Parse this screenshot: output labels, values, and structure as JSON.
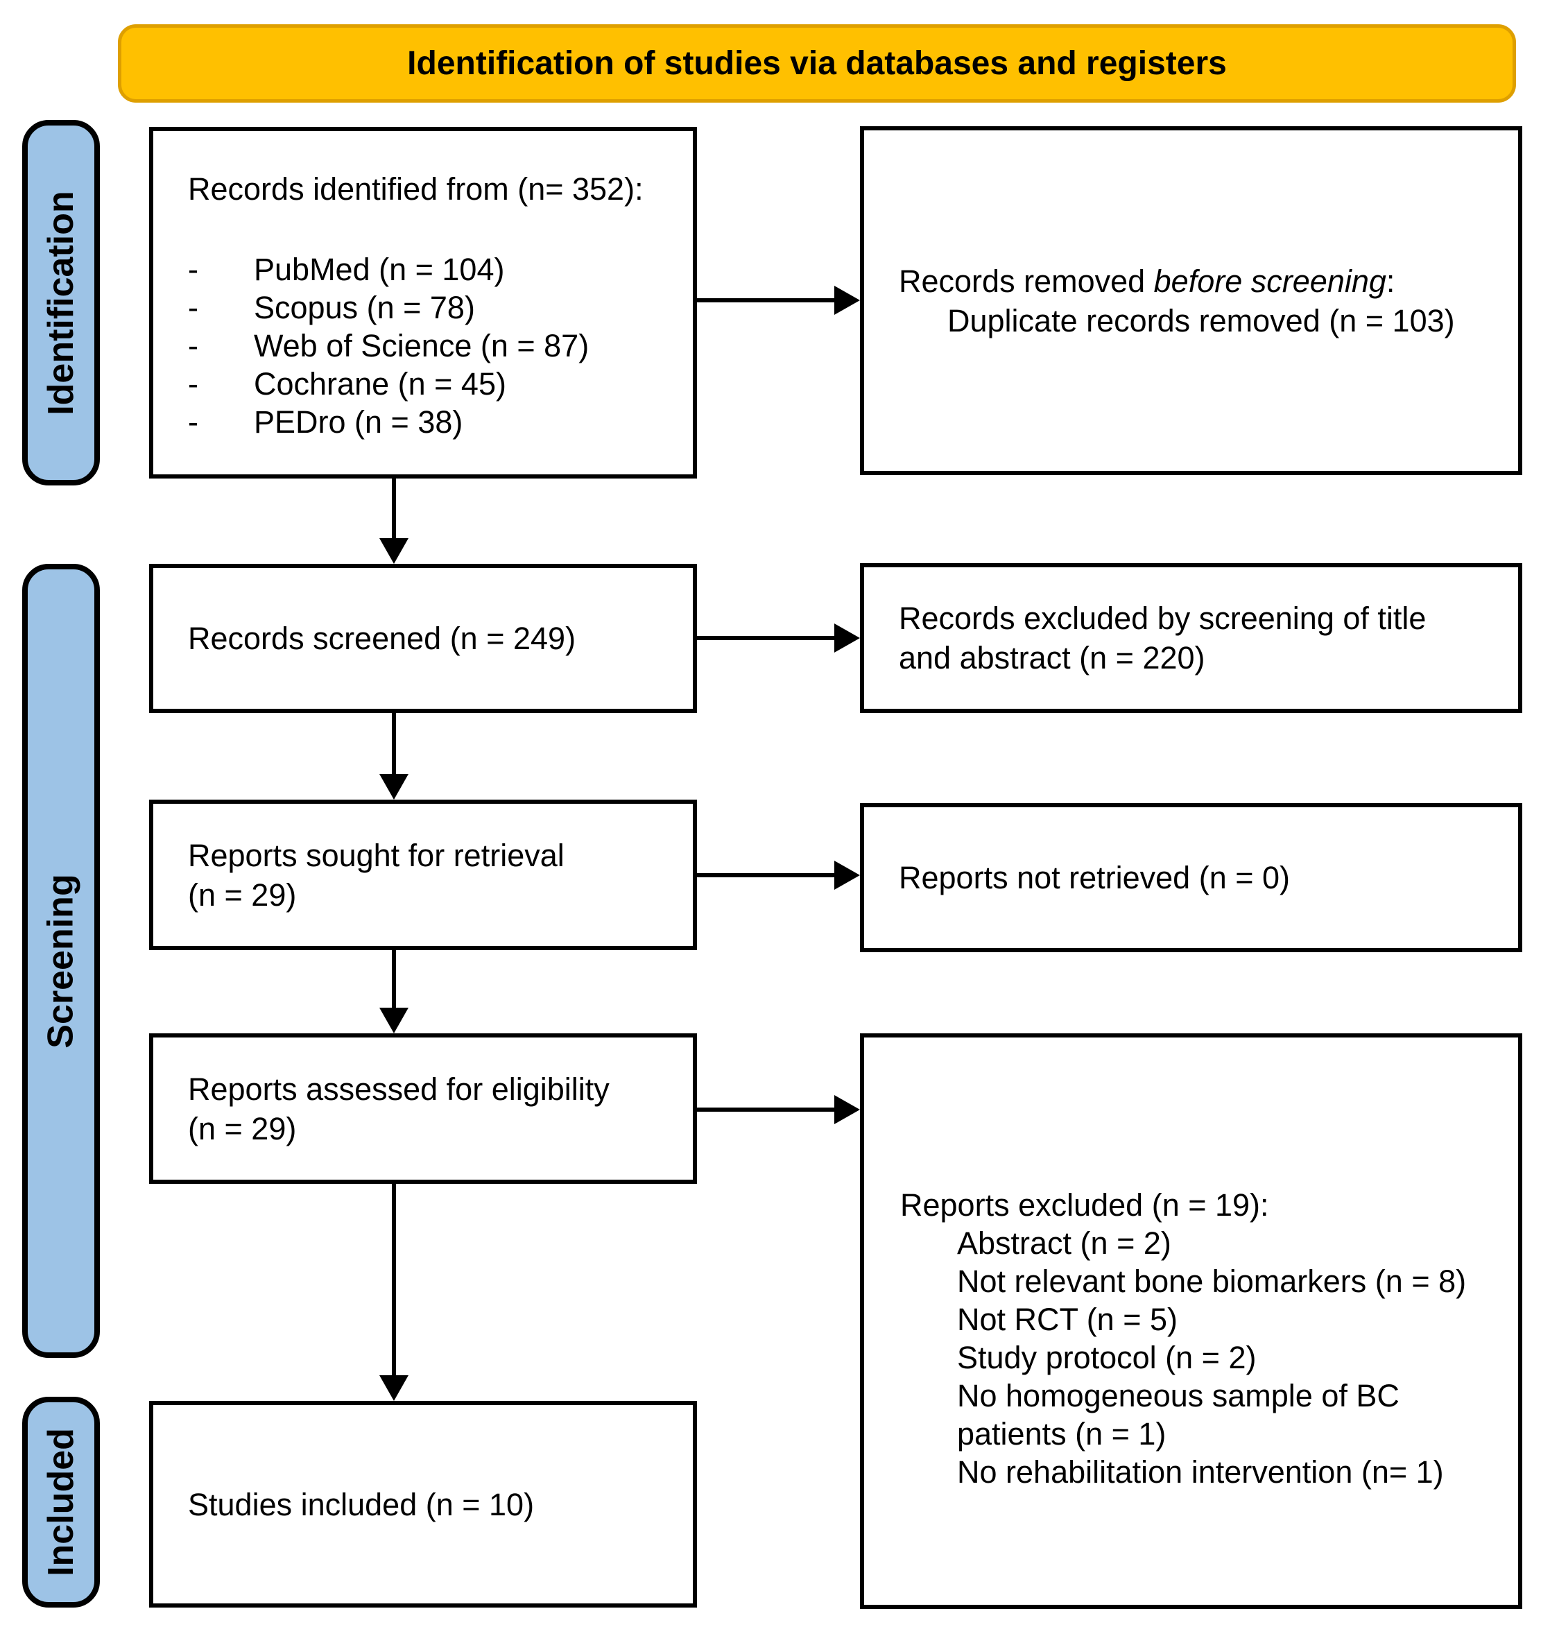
{
  "banner": {
    "label": "Identification of studies via databases and registers"
  },
  "stages": {
    "identification": "Identification",
    "screening": "Screening",
    "included": "Included"
  },
  "boxes": {
    "identified": {
      "title": "Records identified from (n= 352):",
      "bullet": "-",
      "items": [
        "PubMed (n = 104)",
        "Scopus (n = 78)",
        "Web of Science (n = 87)",
        "Cochrane (n = 45)",
        "PEDro (n = 38)"
      ]
    },
    "removed": {
      "prefix": "Records removed ",
      "italic": "before screening",
      "suffix": ":",
      "detail": "Duplicate records removed (n = 103)"
    },
    "screened": {
      "text": "Records screened (n = 249)"
    },
    "excluded_screening": {
      "text": "Records excluded by screening of title\nand abstract (n = 220)"
    },
    "sought": {
      "text": "Reports sought for retrieval\n(n = 29)"
    },
    "not_retrieved": {
      "text": "Reports not retrieved (n = 0)"
    },
    "assessed": {
      "text": "Reports assessed for eligibility\n(n = 29)"
    },
    "reports_excluded": {
      "title": "Reports excluded (n = 19):",
      "items": [
        "Abstract (n = 2)",
        "Not relevant bone biomarkers (n = 8)",
        "Not RCT (n = 5)",
        "Study protocol (n = 2)",
        "No homogeneous sample of BC\npatients (n = 1)",
        "No rehabilitation intervention (n= 1)"
      ]
    },
    "included_studies": {
      "text": "Studies included (n = 10)"
    }
  },
  "colors": {
    "banner_fill": "#FFC000",
    "banner_border": "#DE9F00",
    "stage_fill": "#9DC3E6",
    "box_border": "#000000"
  }
}
